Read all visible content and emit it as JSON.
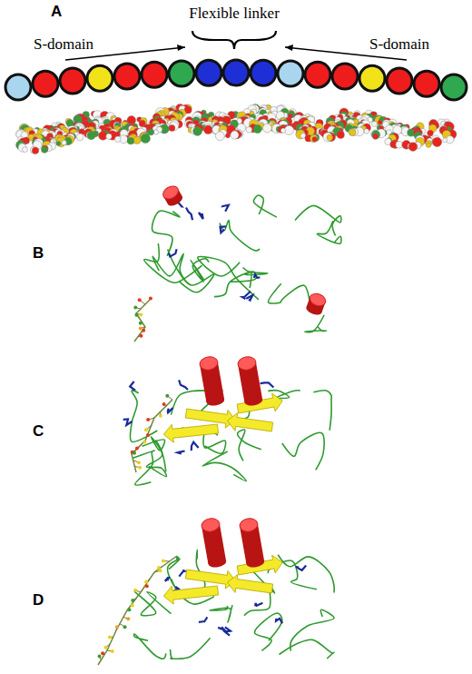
{
  "diagram": {
    "labels": [
      "A",
      "Flexible linker",
      "S-domain",
      "S-domain",
      "B",
      "C",
      "D"
    ]
  }
}
